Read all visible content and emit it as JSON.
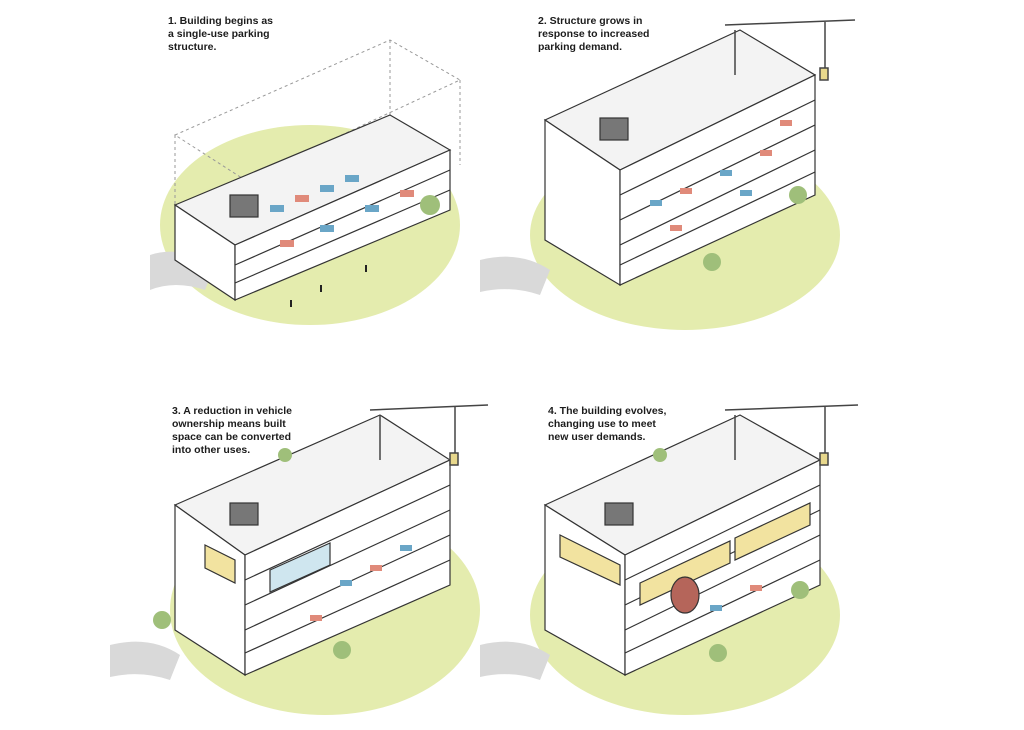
{
  "panels": [
    {
      "caption": "1. Building begins as\na single-use parking\nstructure."
    },
    {
      "caption": "2. Structure grows in\nresponse to increased\nparking demand."
    },
    {
      "caption": "3. A reduction in vehicle\nownership means built\nspace can be converted\ninto other uses."
    },
    {
      "caption": "4. The building evolves,\nchanging use to meet\nnew user demands."
    }
  ],
  "colors": {
    "ground": "#e4ecae",
    "path": "#d9d9d9",
    "line": "#333333",
    "car_blue": "#6aa6c7",
    "car_red": "#e08a7a",
    "conversion_yellow": "#f2e3a0",
    "glass": "#cfe6ef",
    "tree": "#9fbf7a"
  },
  "icons": [
    "crane-icon",
    "tree-icon",
    "person-icon",
    "car-icon"
  ]
}
